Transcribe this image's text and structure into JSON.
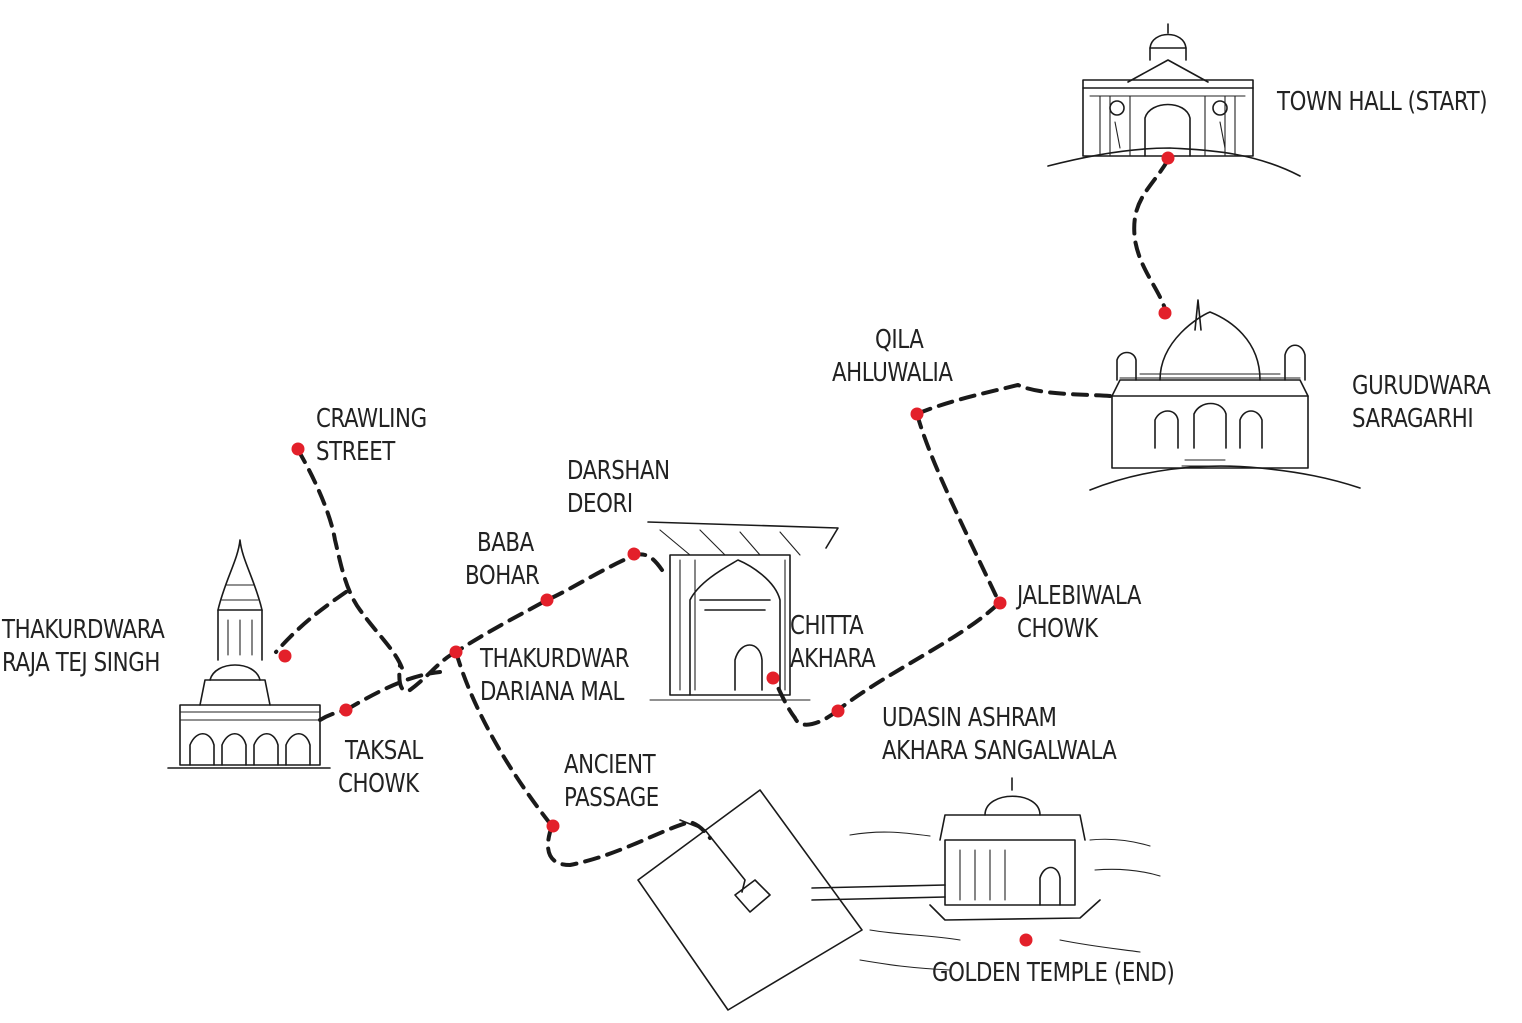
{
  "map": {
    "route_color": "#1a1a1a",
    "stop_color": "#e3202a"
  },
  "stops": {
    "town_hall": {
      "line1": "TOWN HALL (START)"
    },
    "gurudwara_saragarhi": {
      "line1": "GURUDWARA",
      "line2": "SARAGARHI"
    },
    "qila_ahluwalia": {
      "line1": "QILA",
      "line2": "AHLUWALIA"
    },
    "jalebiwala_chowk": {
      "line1": "JALEBIWALA",
      "line2": "CHOWK"
    },
    "udasin_ashram": {
      "line1": "UDASIN ASHRAM",
      "line2": "AKHARA SANGALWALA"
    },
    "chitta_akhara": {
      "line1": "CHITTA",
      "line2": "AKHARA"
    },
    "darshan_deori": {
      "line1": "DARSHAN",
      "line2": "DEORI"
    },
    "baba_bohar": {
      "line1": "BABA",
      "line2": "BOHAR"
    },
    "thakurdwar_dariana_mal": {
      "line1": "THAKURDWAR",
      "line2": "DARIANA MAL"
    },
    "crawling_street": {
      "line1": "CRAWLING",
      "line2": "STREET"
    },
    "thakurdwara_raja_tej_singh": {
      "line1": "THAKURDWARA",
      "line2": "RAJA TEJ SINGH"
    },
    "taksal_chowk": {
      "line1": "TAKSAL",
      "line2": "CHOWK"
    },
    "ancient_passage": {
      "line1": "ANCIENT",
      "line2": "PASSAGE"
    },
    "golden_temple": {
      "line1": "GOLDEN TEMPLE (END)"
    }
  }
}
